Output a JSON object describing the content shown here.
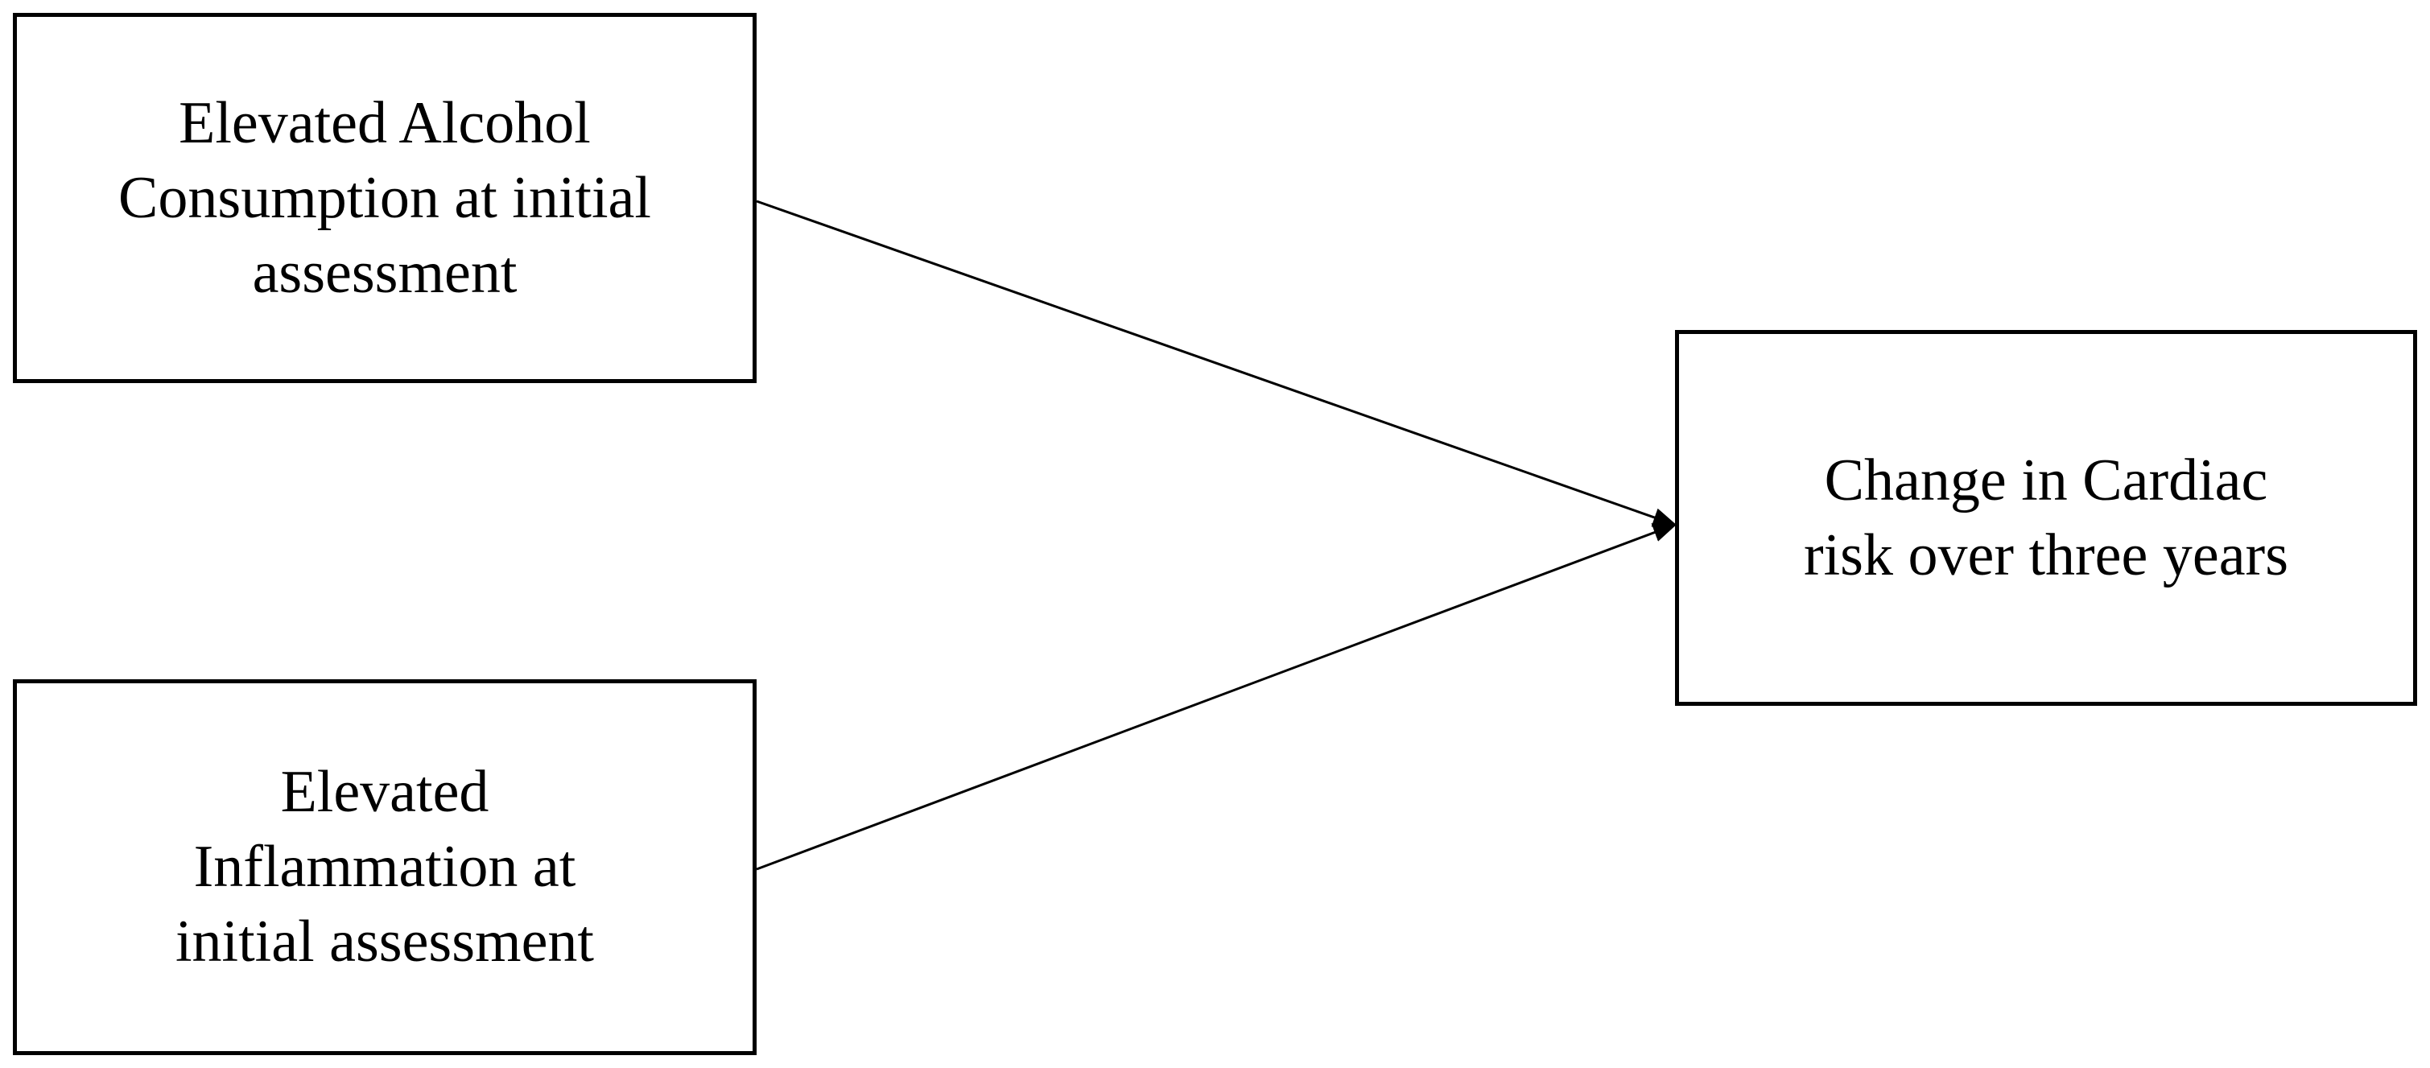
{
  "nodes": {
    "alcohol": {
      "lines": [
        "Elevated Alcohol",
        "Consumption at initial",
        "assessment"
      ]
    },
    "inflammation": {
      "lines": [
        "Elevated",
        "Inflammation at",
        "initial assessment"
      ]
    },
    "cardiac": {
      "lines": [
        "Change in Cardiac",
        "risk over three years"
      ]
    }
  },
  "edges": [
    {
      "from": "alcohol",
      "to": "cardiac"
    },
    {
      "from": "inflammation",
      "to": "cardiac"
    }
  ]
}
